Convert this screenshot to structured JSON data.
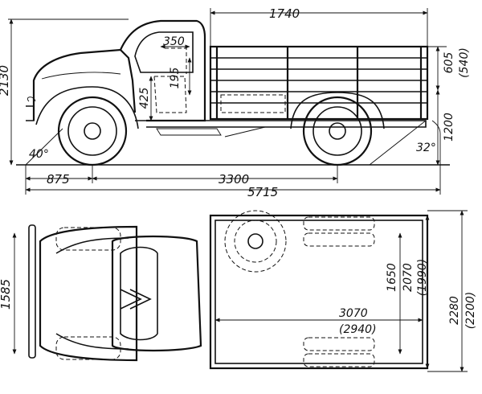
{
  "side_view": {
    "labels": {
      "height_total": "2130",
      "cargo_bed_length": "1740",
      "seat_width": "350",
      "seat_height": "195",
      "cab_floor_height": "425",
      "rail_height": "605",
      "rail_height_alt": "(540)",
      "bed_floor_height": "1200",
      "approach_angle": "40°",
      "departure_angle": "32°",
      "front_overhang": "875",
      "wheelbase": "3300",
      "overall_length": "5715"
    }
  },
  "top_view": {
    "labels": {
      "front_track": "1585",
      "rear_track": "1650",
      "bed_width": "2070",
      "bed_width_alt": "(1990)",
      "bed_length": "3070",
      "bed_length_alt": "(2940)",
      "overall_width": "2280",
      "overall_width_alt": "(2200)"
    }
  }
}
